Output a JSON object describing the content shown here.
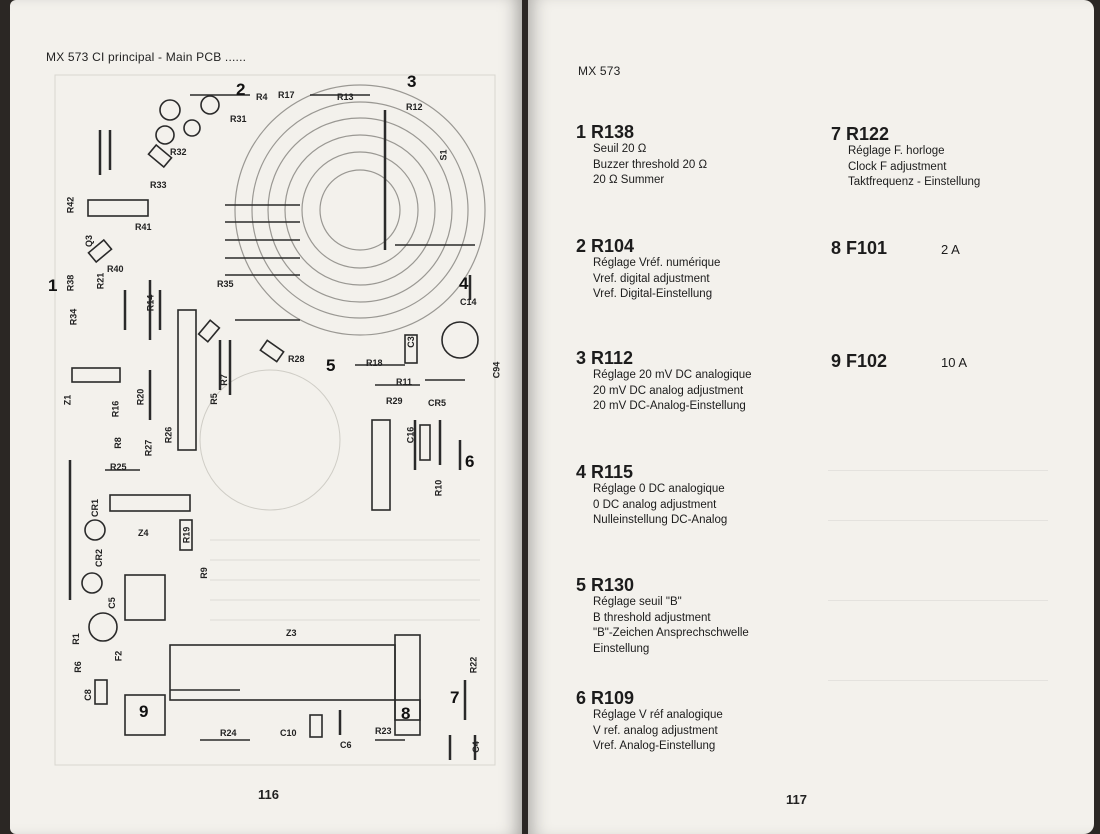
{
  "left_page": {
    "header": "MX 573    CI principal  -  Main PCB  ......",
    "page_number": "116",
    "markers": [
      "1",
      "2",
      "3",
      "4",
      "5",
      "6",
      "7",
      "8",
      "9"
    ],
    "components": [
      "R4",
      "R17",
      "R13",
      "R12",
      "R31",
      "R32",
      "R33",
      "R42",
      "Q3",
      "R41",
      "R40",
      "R21",
      "R38",
      "R34",
      "R14",
      "R35",
      "R18",
      "R11",
      "R29",
      "R28",
      "C3",
      "C14",
      "R16",
      "R5",
      "R20",
      "R27",
      "R26",
      "R25",
      "Z1",
      "CR1",
      "CR2",
      "Z4",
      "R19",
      "C5",
      "R1",
      "R6",
      "C8",
      "F2",
      "Z3",
      "R22",
      "R24",
      "C10",
      "C6",
      "R23",
      "C4",
      "CR5",
      "C16",
      "R10",
      "R7",
      "R8",
      "R9",
      "S1",
      "C94"
    ]
  },
  "right_page": {
    "header": "MX 573",
    "page_number": "117",
    "entries": [
      {
        "num": "1",
        "ref": "R138",
        "lines": [
          "Seuil 20 Ω",
          "Buzzer threshold 20 Ω",
          "20 Ω Summer"
        ]
      },
      {
        "num": "2",
        "ref": "R104",
        "lines": [
          "Réglage Vréf. numérique",
          "Vref. digital adjustment",
          "Vref. Digital-Einstellung"
        ]
      },
      {
        "num": "3",
        "ref": "R112",
        "lines": [
          "Réglage 20 mV DC analogique",
          "20 mV DC analog adjustment",
          "20 mV DC-Analog-Einstellung"
        ]
      },
      {
        "num": "4",
        "ref": "R115",
        "lines": [
          "Réglage 0 DC analogique",
          "0 DC analog adjustment",
          "Nulleinstellung DC-Analog"
        ]
      },
      {
        "num": "5",
        "ref": "R130",
        "lines": [
          "Réglage seuil \"B\"",
          "B threshold adjustment",
          "\"B\"-Zeichen Ansprechschwelle",
          "Einstellung"
        ]
      },
      {
        "num": "6",
        "ref": "R109",
        "lines": [
          "Réglage V réf analogique",
          "V ref. analog adjustment",
          "Vref. Analog-Einstellung"
        ]
      },
      {
        "num": "7",
        "ref": "R122",
        "lines": [
          "Réglage F. horloge",
          "Clock F adjustment",
          "Taktfrequenz - Einstellung"
        ]
      },
      {
        "num": "8",
        "ref": "F101",
        "value": "2 A",
        "lines": []
      },
      {
        "num": "9",
        "ref": "F102",
        "value": "10 A",
        "lines": []
      }
    ]
  }
}
